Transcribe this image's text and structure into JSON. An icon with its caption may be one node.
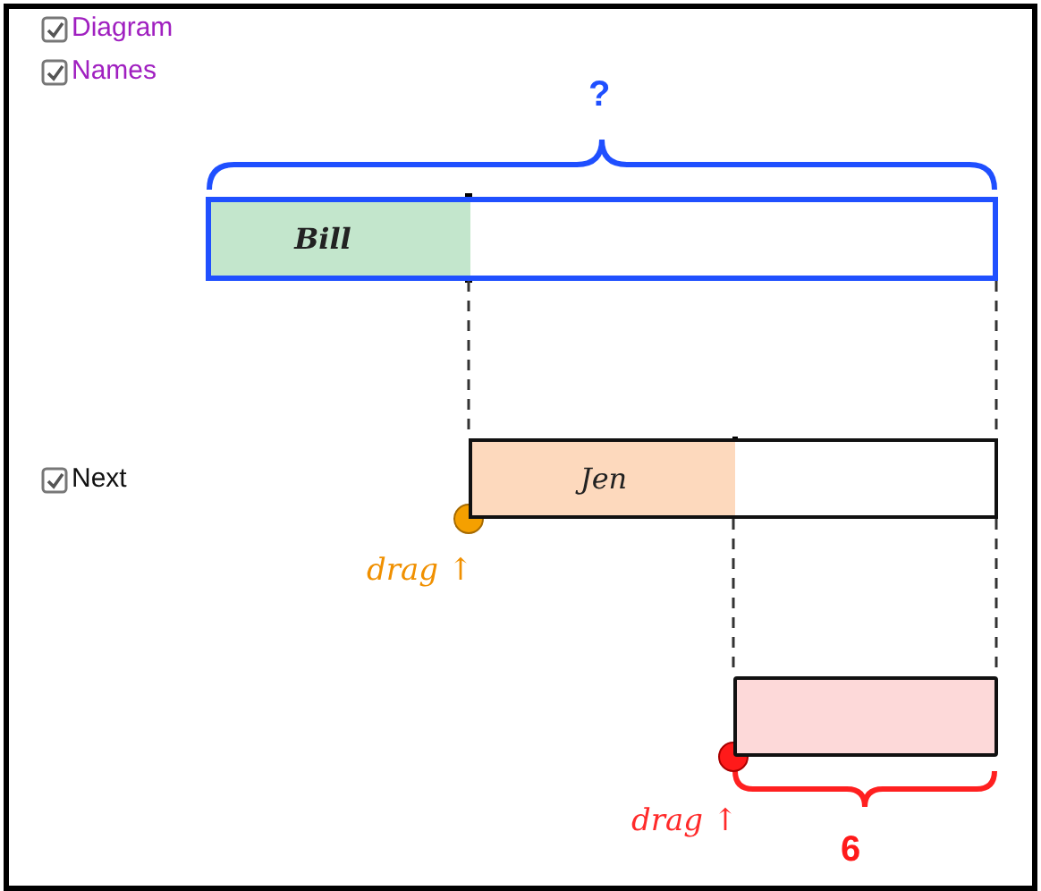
{
  "diagram": {
    "nodes": [
      {
        "text": [
          "Bill"
        ]
      },
      {
        "text": [],
        "shape": "box"
      },
      {
        "text": [
          "Jen"
        ]
      },
      {
        "text": [],
        "shape": "box"
      },
      {
        "text": [],
        "shape": "bar"
      }
    ],
    "edges": [
      {
        "from": 0,
        "to": 2,
        "arrow": "none",
        "style": "dashed"
      },
      {
        "from": 1,
        "to": 3,
        "arrow": "none",
        "style": "dashed"
      },
      {
        "from": 3,
        "to": 4,
        "arrow": "none",
        "style": "dashed"
      },
      {
        "from": 3,
        "to": 4,
        "arrow": "none",
        "style": "dashed"
      }
    ],
    "labels": [
      "Diagram",
      "Names",
      "?",
      "Next",
      "drag ↑",
      "drag ↑",
      "6"
    ]
  }
}
